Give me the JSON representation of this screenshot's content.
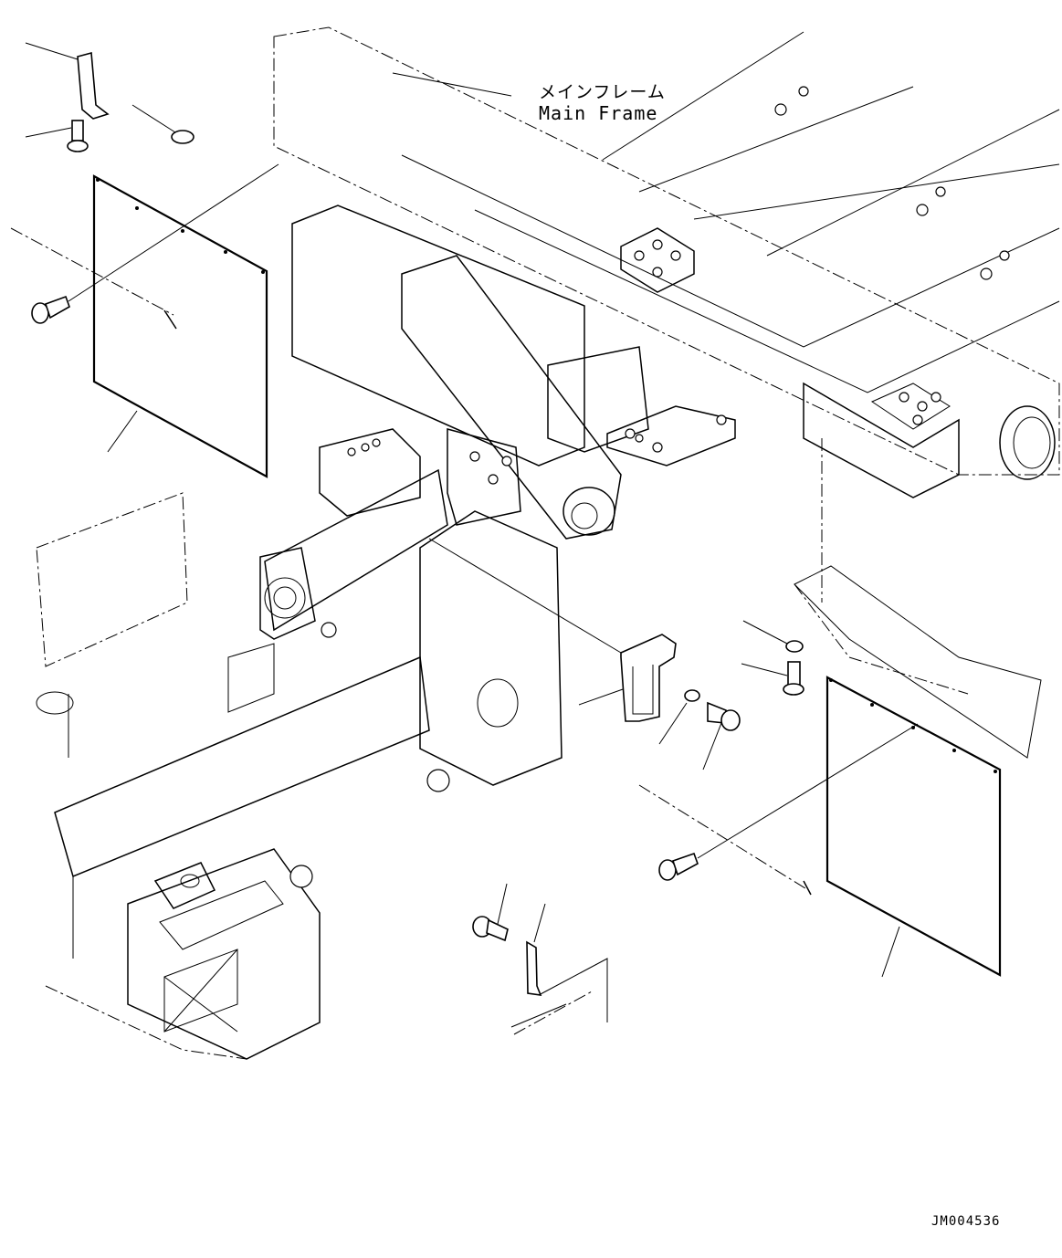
{
  "diagram": {
    "main_frame_label_ja": "メインフレーム",
    "main_frame_label_en": "Main Frame",
    "drawing_id": "JM004536"
  }
}
